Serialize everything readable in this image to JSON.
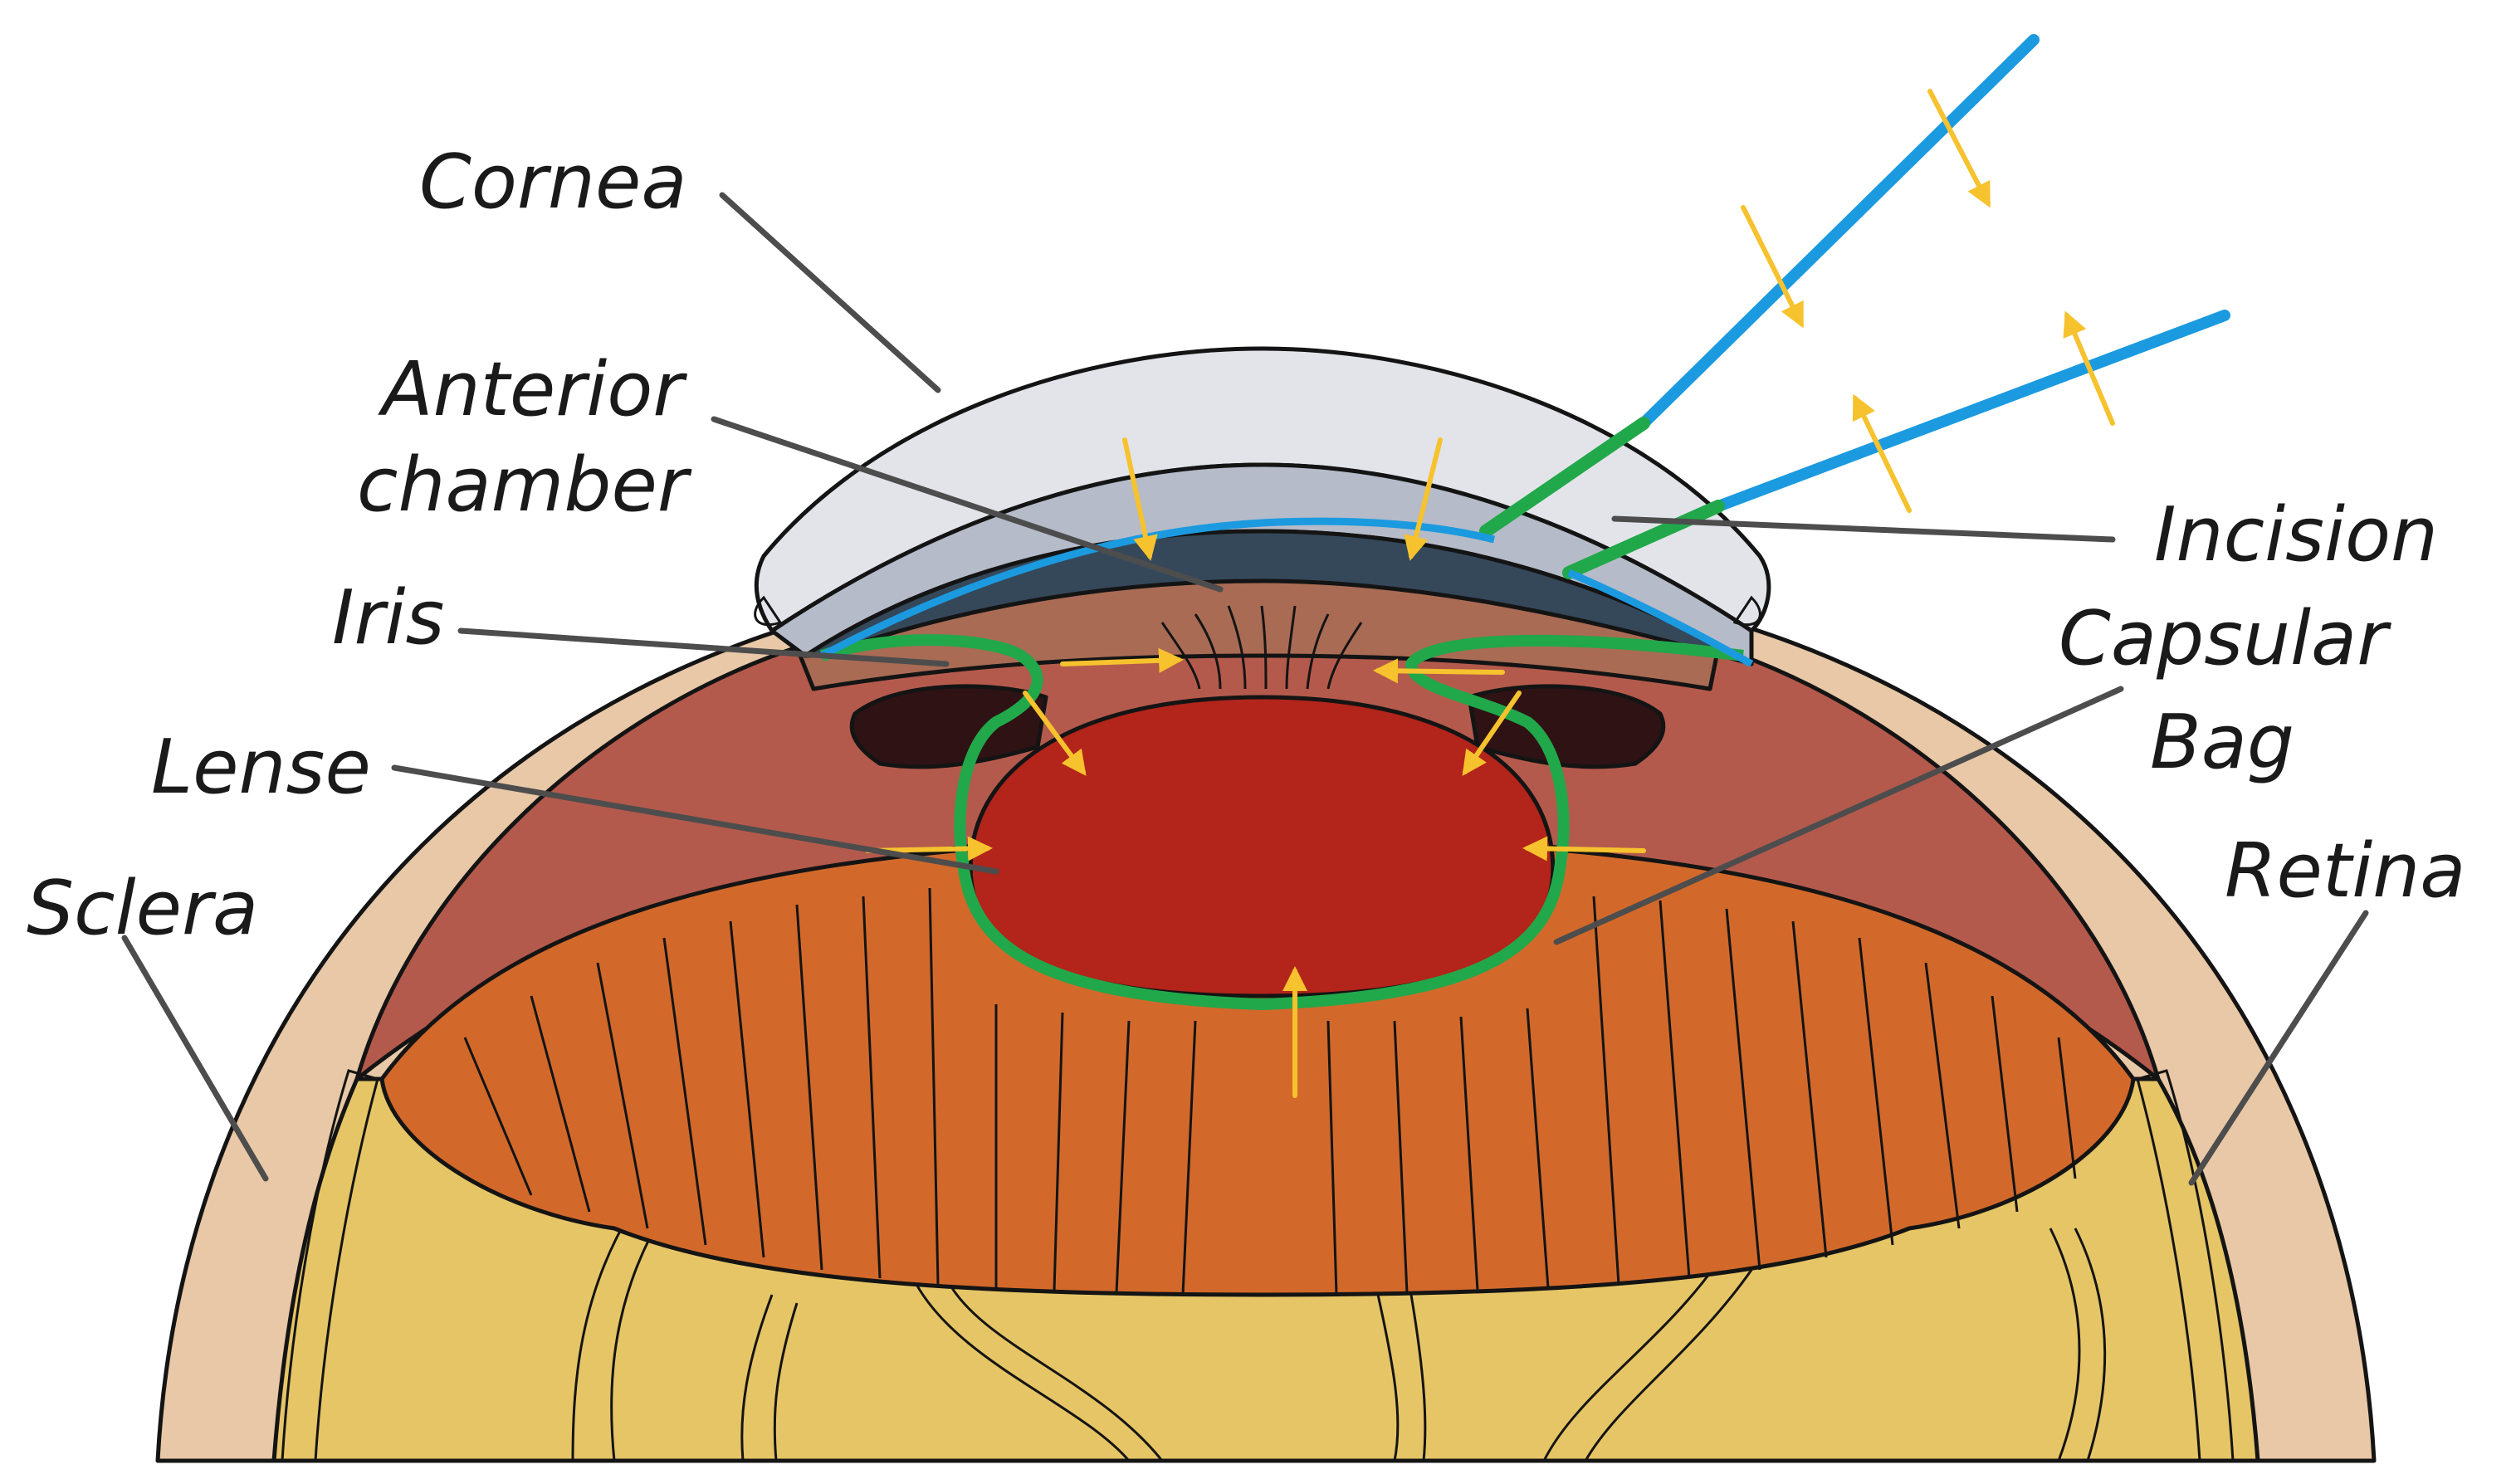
{
  "labels": {
    "cornea": "Cornea",
    "anterior_1": "Anterior",
    "anterior_2": "chamber",
    "iris": "Iris",
    "lense": "Lense",
    "sclera": "Sclera",
    "incision": "Incision",
    "capsular_1": "Capsular",
    "capsular_2": "Bag",
    "retina": "Retina"
  },
  "colors": {
    "sclera": "#e8c8a6",
    "cornea": "#e3e4ea",
    "cornea_inner": "#b5bbc8",
    "anterior_chamber": "#35485a",
    "ciliary": "#b45a4c",
    "iris": "#a96b54",
    "lens": "#b3241a",
    "lens_fibers": "#d2692a",
    "vitreous": "#e6c566",
    "instrument_blue": "#1b9ae0",
    "capsule_green": "#21a84a",
    "force_arrow": "#f6c22e"
  }
}
